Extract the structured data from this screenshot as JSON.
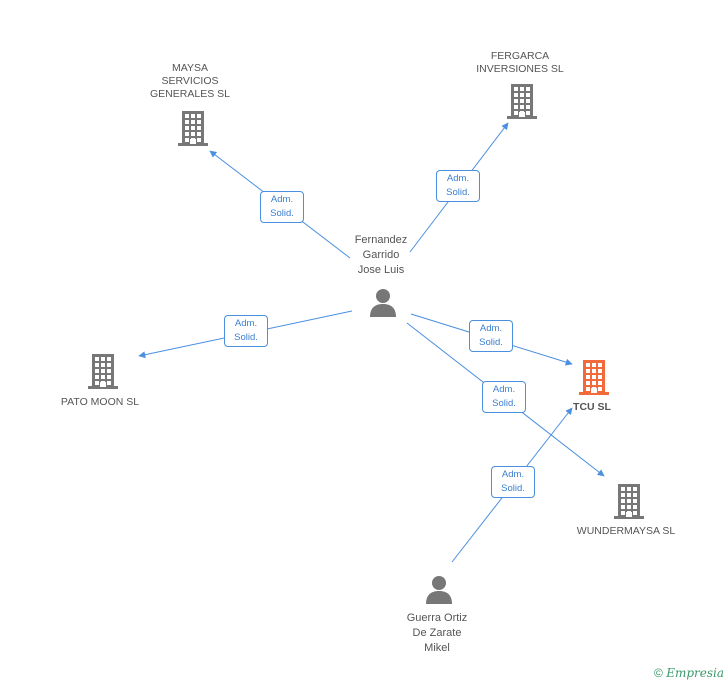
{
  "colors": {
    "edge": "#4a8fe0",
    "building": "#777777",
    "focus_building": "#f26a3b",
    "person": "#777777"
  },
  "nodes": {
    "maysa": {
      "lines": [
        "MAYSA",
        "SERVICIOS",
        "GENERALES SL"
      ],
      "icon": "building-icon"
    },
    "fergarca": {
      "lines": [
        "FERGARCA",
        "INVERSIONES SL"
      ],
      "icon": "building-icon"
    },
    "pato_moon": {
      "lines": [
        "PATO MOON SL"
      ],
      "icon": "building-icon"
    },
    "tcu": {
      "lines": [
        "TCU SL"
      ],
      "icon": "building-icon",
      "focus": true
    },
    "wundermaysa": {
      "lines": [
        "WUNDERMAYSA SL"
      ],
      "icon": "building-icon"
    },
    "fernandez": {
      "lines": [
        "Fernandez",
        "Garrido",
        "Jose Luis"
      ],
      "icon": "person-icon"
    },
    "guerra": {
      "lines": [
        "Guerra Ortiz",
        "De Zarate",
        "Mikel"
      ],
      "icon": "person-icon"
    }
  },
  "relations": [
    {
      "from": "fernandez",
      "to": "maysa",
      "lines": [
        "Adm.",
        "Solid."
      ]
    },
    {
      "from": "fernandez",
      "to": "fergarca",
      "lines": [
        "Adm.",
        "Solid."
      ]
    },
    {
      "from": "fernandez",
      "to": "pato_moon",
      "lines": [
        "Adm.",
        "Solid."
      ]
    },
    {
      "from": "fernandez",
      "to": "tcu",
      "lines": [
        "Adm.",
        "Solid."
      ]
    },
    {
      "from": "fernandez",
      "to": "wundermaysa",
      "lines": [
        "Adm.",
        "Solid."
      ]
    },
    {
      "from": "guerra",
      "to": "tcu",
      "lines": [
        "Adm.",
        "Solid."
      ]
    }
  ],
  "footer": {
    "symbol": "©",
    "brand": "Empresia"
  }
}
